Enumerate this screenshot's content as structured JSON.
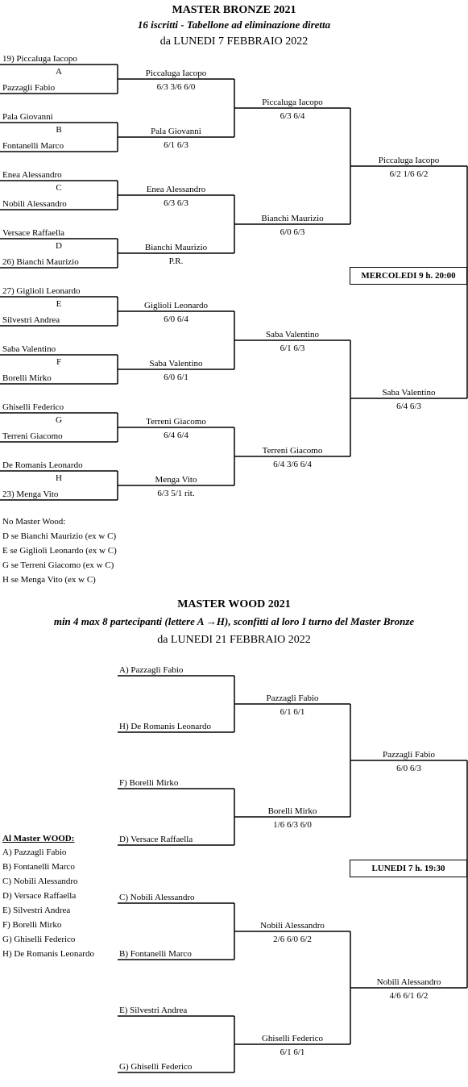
{
  "bronze": {
    "title": "MASTER  BRONZE 2021",
    "subtitle": "16 iscritti - Tabellone ad eliminazione diretta",
    "date": "da LUNEDI 7 FEBBRAIO 2022",
    "r1": [
      {
        "top": "19) Piccaluga Iacopo",
        "letter": "A",
        "bottom": "Pazzagli Fabio"
      },
      {
        "top": "Pala Giovanni",
        "letter": "B",
        "bottom": "Fontanelli Marco"
      },
      {
        "top": "Enea Alessandro",
        "letter": "C",
        "bottom": "Nobili Alessandro"
      },
      {
        "top": "Versace Raffaella",
        "letter": "D",
        "bottom": "26) Bianchi Maurizio"
      },
      {
        "top": "27) Giglioli Leonardo",
        "letter": "E",
        "bottom": "Silvestri Andrea"
      },
      {
        "top": "Saba Valentino",
        "letter": "F",
        "bottom": "Borelli Mirko"
      },
      {
        "top": "Ghiselli Federico",
        "letter": "G",
        "bottom": "Terreni Giacomo"
      },
      {
        "top": "De Romanis Leonardo",
        "letter": "H",
        "bottom": "23) Menga Vito"
      }
    ],
    "r2": [
      {
        "name": "Piccaluga Iacopo",
        "score": "6/3  3/6  6/0"
      },
      {
        "name": "Pala Giovanni",
        "score": "6/1  6/3"
      },
      {
        "name": "Enea Alessandro",
        "score": "6/3  6/3"
      },
      {
        "name": "Bianchi Maurizio",
        "score": "P.R."
      },
      {
        "name": "Giglioli Leonardo",
        "score": "6/0  6/4"
      },
      {
        "name": "Saba Valentino",
        "score": "6/0  6/1"
      },
      {
        "name": "Terreni Giacomo",
        "score": "6/4  6/4"
      },
      {
        "name": "Menga Vito",
        "score": "6/3  5/1  rit."
      }
    ],
    "r3": [
      {
        "name": "Piccaluga Iacopo",
        "score": "6/3  6/4"
      },
      {
        "name": "Bianchi Maurizio",
        "score": "6/0  6/3"
      },
      {
        "name": "Saba Valentino",
        "score": "6/1  6/3"
      },
      {
        "name": "Terreni Giacomo",
        "score": "6/4  3/6  6/4"
      }
    ],
    "r4": [
      {
        "name": "Piccaluga Iacopo",
        "score": "6/2  1/6  6/2"
      },
      {
        "name": "Saba Valentino",
        "score": "6/4  6/3"
      }
    ],
    "final_box": "MERCOLEDI 9 h. 20:00",
    "notes": [
      "No Master Wood:",
      "D se Bianchi Maurizio (ex w C)",
      "E se Giglioli Leonardo (ex w C)",
      "G se Terreni Giacomo (ex w C)",
      "H se Menga Vito (ex w C)"
    ]
  },
  "wood": {
    "title": "MASTER  WOOD  2021",
    "subtitle": "min 4 max 8 partecipanti (lettere A →H), sconfitti al loro I turno del Master Bronze",
    "date": "da LUNEDI 21 FEBBRAIO 2022",
    "r1": [
      "A) Pazzagli Fabio",
      "H) De Romanis Leonardo",
      "F) Borelli Mirko",
      "D) Versace Raffaella",
      "C) Nobili Alessandro",
      "B) Fontanelli Marco",
      "E) Silvestri Andrea",
      "G) Ghiselli Federico"
    ],
    "r2": [
      {
        "name": "Pazzagli Fabio",
        "score": "6/1  6/1"
      },
      {
        "name": "Borelli Mirko",
        "score": "1/6  6/3  6/0"
      },
      {
        "name": "Nobili Alessandro",
        "score": "2/6  6/0  6/2"
      },
      {
        "name": "Ghiselli Federico",
        "score": "6/1  6/1"
      }
    ],
    "r3": [
      {
        "name": "Pazzagli Fabio",
        "score": "6/0  6/3"
      },
      {
        "name": "Nobili Alessandro",
        "score": "4/6  6/1  6/2"
      }
    ],
    "final_box": "LUNEDI 7 h. 19:30",
    "list_title": "Al Master WOOD:",
    "list": [
      "A) Pazzagli Fabio",
      "B) Fontanelli Marco",
      "C) Nobili Alessandro",
      "D) Versace Raffaella",
      "E) Silvestri Andrea",
      "F) Borelli Mirko",
      "G) Ghiselli Federico",
      "H) De Romanis Leonardo"
    ]
  }
}
